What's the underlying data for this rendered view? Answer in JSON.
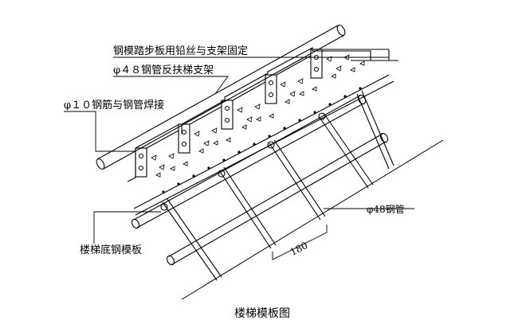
{
  "labels": {
    "top_fixing": "钢模踏步板用铅丝与支架固定",
    "pipe_brace": "φ４８钢管反扶梯支架",
    "rebar_weld": "φ１０钢筋与钢管焊接",
    "pipe_48": "φ48钢管",
    "bottom_formwork": "楼梯底钢模板",
    "dimension": "180"
  },
  "caption": "楼梯模板图"
}
